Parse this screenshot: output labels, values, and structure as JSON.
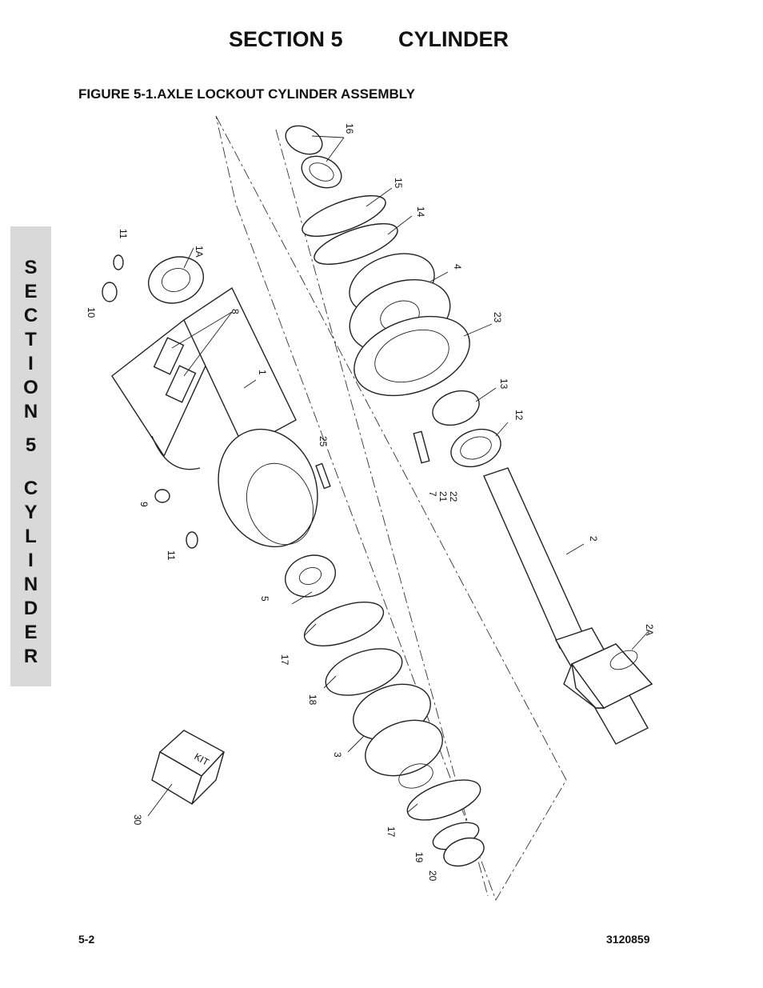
{
  "header": {
    "section": "SECTION 5",
    "name": "CYLINDER"
  },
  "figure": {
    "title": "FIGURE 5-1.AXLE LOCKOUT CYLINDER ASSEMBLY",
    "kit_label": "KIT"
  },
  "side_tab": {
    "letters": [
      "S",
      "E",
      "C",
      "T",
      "I",
      "O",
      "N",
      "5",
      "C",
      "Y",
      "L",
      "I",
      "N",
      "D",
      "E",
      "R"
    ]
  },
  "callouts": [
    "16",
    "15",
    "14",
    "4",
    "23",
    "13",
    "12",
    "11",
    "1A",
    "10",
    "8",
    "1",
    "25",
    "7",
    "21",
    "22",
    "9",
    "11",
    "2",
    "5",
    "2A",
    "17",
    "18",
    "3",
    "30",
    "17",
    "19",
    "20"
  ],
  "footer": {
    "page": "5-2",
    "doc_number": "3120859"
  }
}
